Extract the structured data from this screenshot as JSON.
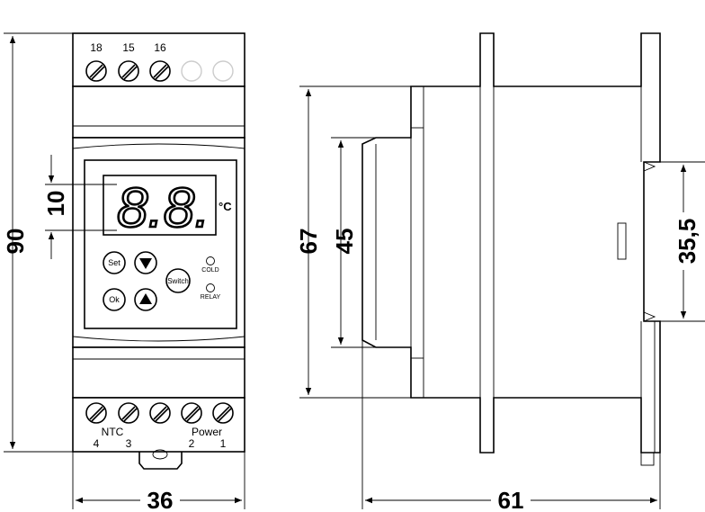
{
  "front_view": {
    "top_terminals": [
      "18",
      "15",
      "16"
    ],
    "display": {
      "digits": "8.8.",
      "unit": "°C"
    },
    "buttons": {
      "set": "Set",
      "ok": "Ok",
      "switch": "Switch",
      "down_icon": "down-triangle-icon",
      "up_icon": "up-triangle-icon"
    },
    "leds": {
      "cold": "COLD",
      "relay": "RELAY"
    },
    "bottom_labels": {
      "ntc": "NTC",
      "power": "Power"
    },
    "bottom_terminal_numbers": [
      "4",
      "3",
      "2",
      "1"
    ]
  },
  "dimensions": {
    "height_total": "90",
    "display_height": "10",
    "width_front": "36",
    "height_67": "67",
    "height_45": "45",
    "depth": "61",
    "rail": "35,5"
  },
  "colors": {
    "line": "#000000",
    "background": "#ffffff",
    "disabled_terminal": "#dddddd"
  }
}
